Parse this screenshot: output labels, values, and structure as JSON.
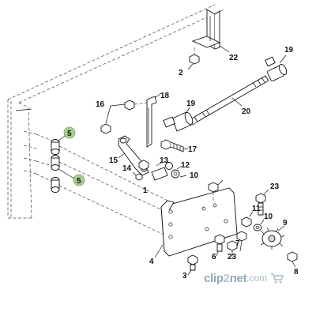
{
  "diagram": {
    "callouts": [
      {
        "id": "c22",
        "label": "22"
      },
      {
        "id": "c19a",
        "label": "19"
      },
      {
        "id": "c2",
        "label": "2"
      },
      {
        "id": "c18",
        "label": "18"
      },
      {
        "id": "c16",
        "label": "16"
      },
      {
        "id": "c19b",
        "label": "19"
      },
      {
        "id": "c20",
        "label": "20"
      },
      {
        "id": "c5a",
        "label": "5",
        "highlight": true
      },
      {
        "id": "c17",
        "label": "17"
      },
      {
        "id": "c15",
        "label": "15"
      },
      {
        "id": "c13",
        "label": "13"
      },
      {
        "id": "c12",
        "label": "12"
      },
      {
        "id": "c14",
        "label": "14"
      },
      {
        "id": "c10a",
        "label": "10"
      },
      {
        "id": "c5b",
        "label": "5",
        "highlight": true
      },
      {
        "id": "c1",
        "label": "1"
      },
      {
        "id": "c23a",
        "label": "23"
      },
      {
        "id": "c11",
        "label": "11"
      },
      {
        "id": "c10b",
        "label": "10"
      },
      {
        "id": "c9",
        "label": "9"
      },
      {
        "id": "c7",
        "label": "7"
      },
      {
        "id": "c6",
        "label": "6"
      },
      {
        "id": "c23b",
        "label": "23"
      },
      {
        "id": "c4",
        "label": "4"
      },
      {
        "id": "c3",
        "label": "3"
      },
      {
        "id": "c8",
        "label": "8"
      }
    ],
    "highlight_color": "#a8cf8f",
    "line_color": "#111111"
  },
  "watermark": {
    "part1": "clip",
    "part2": "2",
    "part3": "net",
    "part4": ".com",
    "color": "#8fa8b7"
  }
}
